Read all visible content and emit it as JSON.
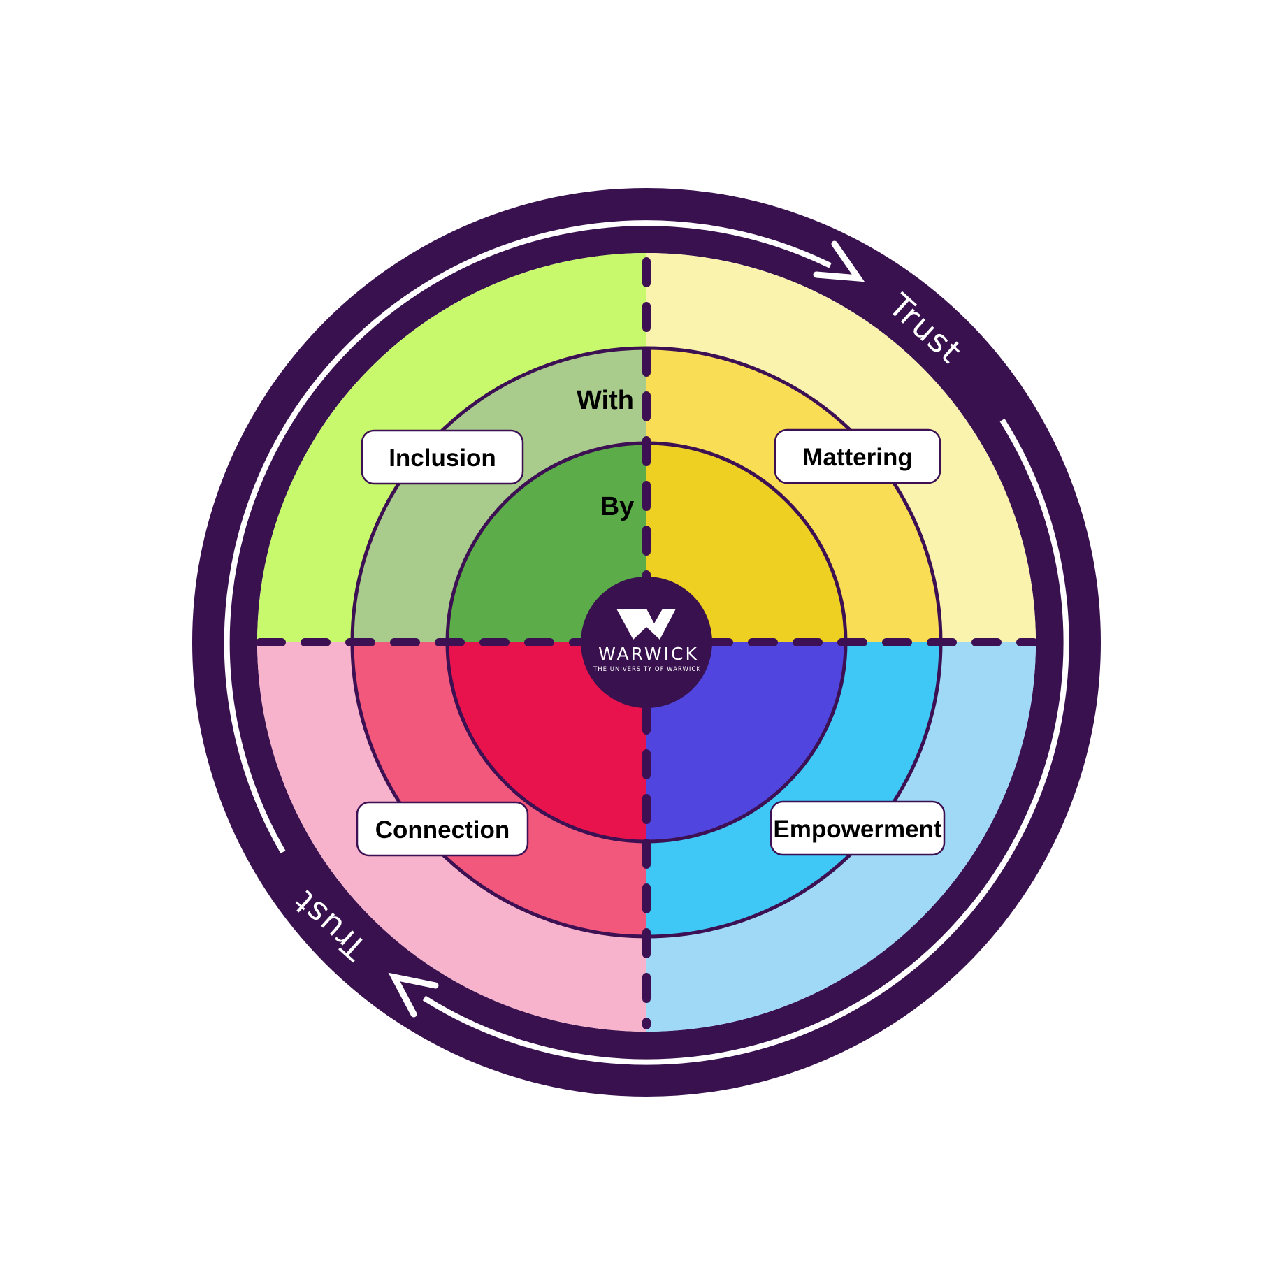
{
  "diagram": {
    "outer_ring_label_top": "Trust",
    "outer_ring_label_bottom": "Trust",
    "axis_labels": {
      "middle_ring": "With",
      "inner_ring": "By"
    },
    "quadrants": [
      {
        "name": "Inclusion",
        "position": "top-left",
        "colors": {
          "inner": "#5CAD49",
          "middle": "#A9CC8C",
          "outer": "#C8F96C"
        }
      },
      {
        "name": "Mattering",
        "position": "top-right",
        "colors": {
          "inner": "#EDD021",
          "middle": "#F8DD55",
          "outer": "#FAF3AE"
        }
      },
      {
        "name": "Connection",
        "position": "bottom-left",
        "colors": {
          "inner": "#E8134D",
          "middle": "#F2587C",
          "outer": "#F6B3CB"
        }
      },
      {
        "name": "Empowerment",
        "position": "bottom-right",
        "colors": {
          "inner": "#5046DF",
          "middle": "#3FC8F5",
          "outer": "#9FD9F5"
        }
      }
    ],
    "center": {
      "brand": "WARWICK",
      "brand_subtitle": "THE UNIVERSITY OF WARWICK",
      "logo_icon": "warwick-w-icon"
    },
    "colors": {
      "ring_purple": "#39114F",
      "stroke_purple": "#3C1053",
      "arrow_white": "#FFFFFF",
      "label_text": "#000000",
      "label_box_bg": "#FFFFFF",
      "background": "#FFFFFF"
    }
  }
}
